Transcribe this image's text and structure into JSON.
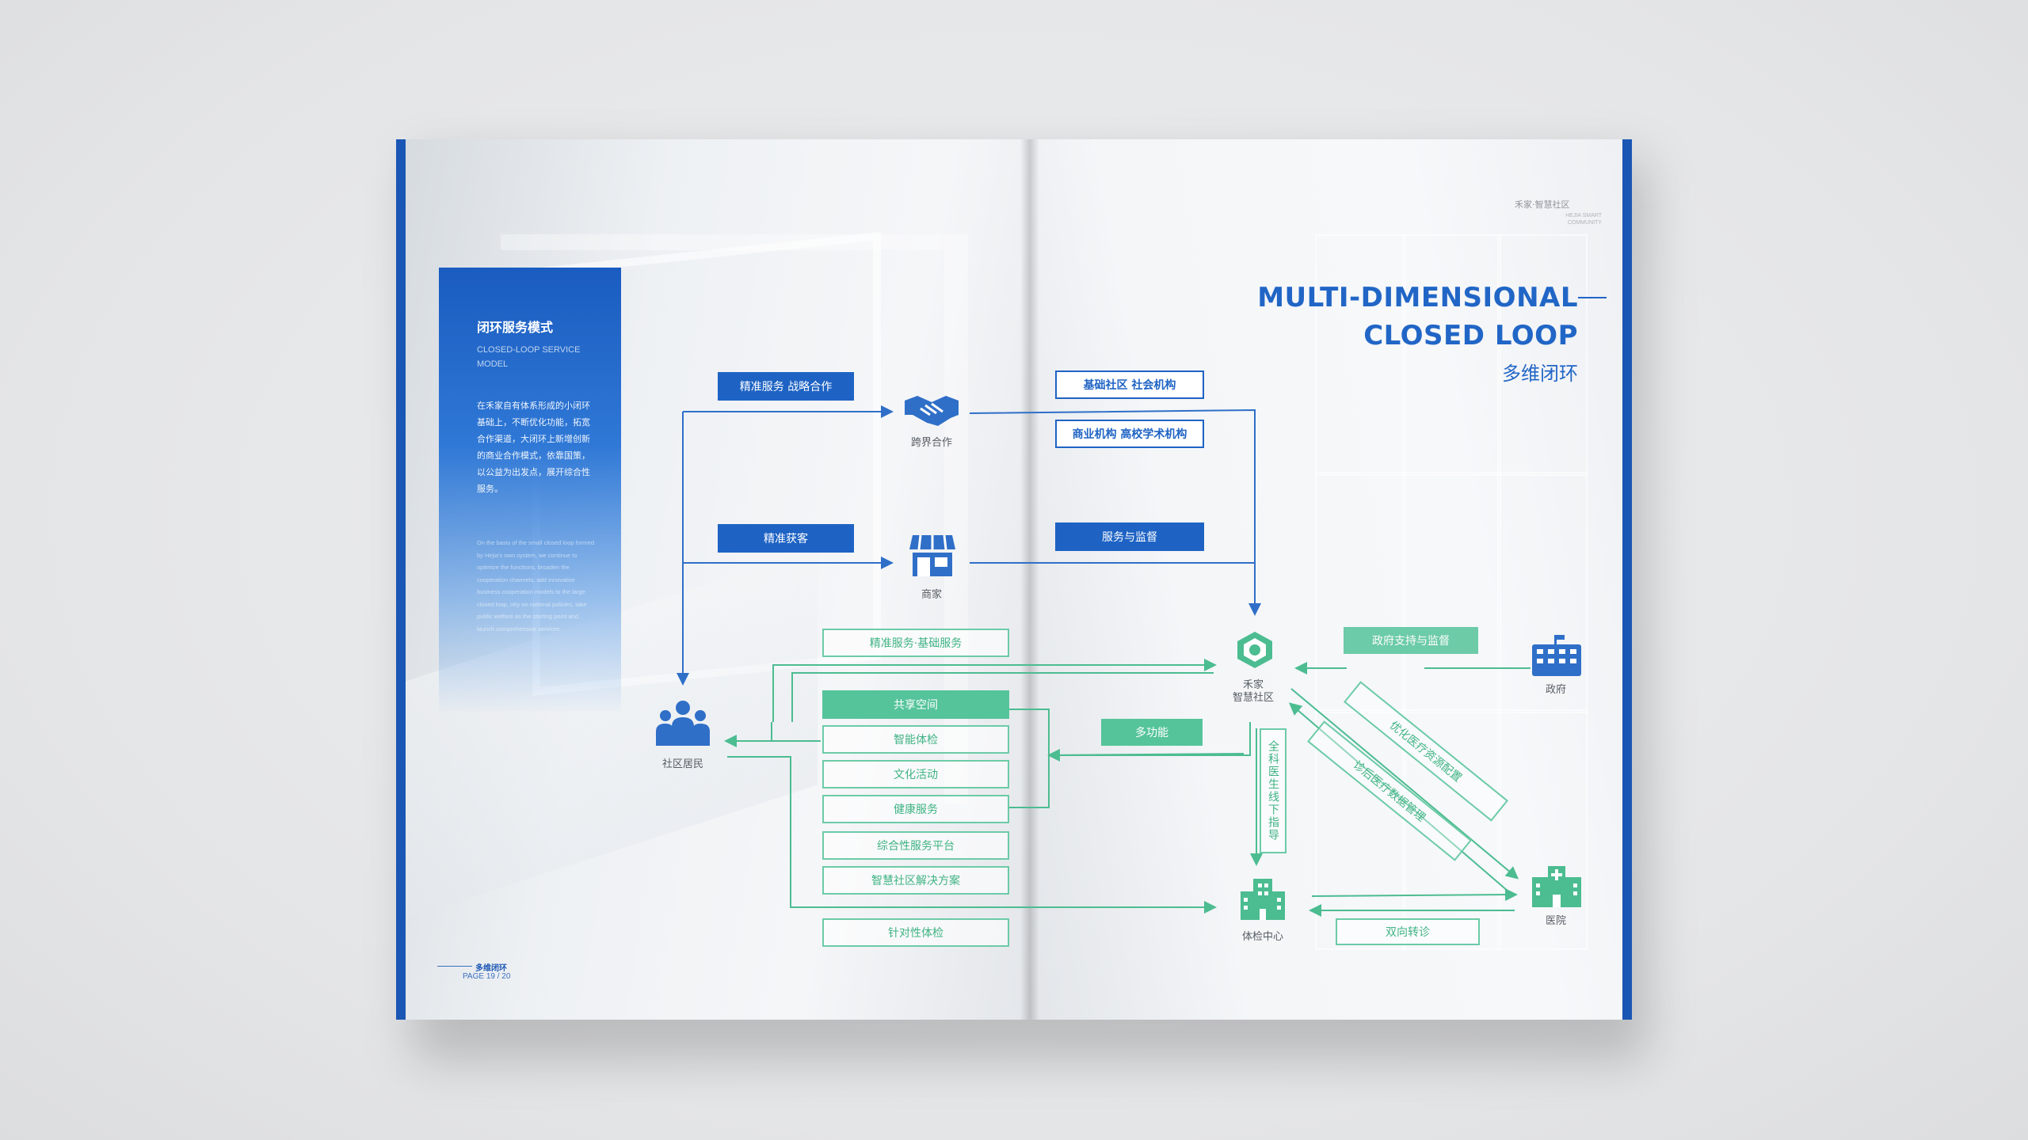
{
  "left_page": {
    "panel_title": "闭环服务模式",
    "panel_subtitle": "CLOSED-LOOP SERVICE MODEL",
    "panel_body_cn": "在禾家自有体系形成的小闭环基础上，不断优化功能，拓宽合作渠道，大闭环上新增创新的商业合作模式，依靠国策，以公益为出发点，展开综合性服务。",
    "panel_body_en": "On the basis of the small closed loop formed by Hejia's own system, we continue to optimize the functions, broaden the cooperation channels, add innovative business cooperation models to the large closed loop, rely on national policies, take public welfare as the starting point and launch comprehensive services.",
    "footer_label": "多维闭环",
    "footer_page": "PAGE 19 / 20"
  },
  "right_page": {
    "brand": "禾家·智慧社区",
    "brand_en": "HEJIA SMART COMMUNITY",
    "title_line1": "MULTI-DIMENSIONAL",
    "title_line2": "CLOSED LOOP",
    "title_cn": "多维闭环"
  },
  "diagram": {
    "nodes": {
      "cross_border": "跨界合作",
      "merchant": "商家",
      "residents": "社区居民",
      "hejia_line1": "禾家",
      "hejia_line2": "智慧社区",
      "government": "政府",
      "checkup_center": "体检中心",
      "hospital": "医院"
    },
    "labels": {
      "precise_strategy": "精准服务 战略合作",
      "precise_acquire": "精准获客",
      "basic_social": "基础社区 社会机构",
      "business_academic": "商业机构 高校学术机构",
      "service_supervision": "服务与监督",
      "precise_basic": "精准服务·基础服务",
      "gov_support": "政府支持与监督",
      "multi_function": "多功能",
      "gp_guidance": "全科医生线下指导",
      "optimize_resources": "优化医疗资源配置",
      "post_diagnosis": "诊后医疗数据管理",
      "two_way_referral": "双向转诊",
      "targeted_checkup": "针对性体检"
    },
    "services": [
      "共享空间",
      "智能体检",
      "文化活动",
      "健康服务",
      "综合性服务平台",
      "智慧社区解决方案"
    ],
    "colors": {
      "blue": "#1e63c4",
      "green": "#55c49a"
    }
  }
}
